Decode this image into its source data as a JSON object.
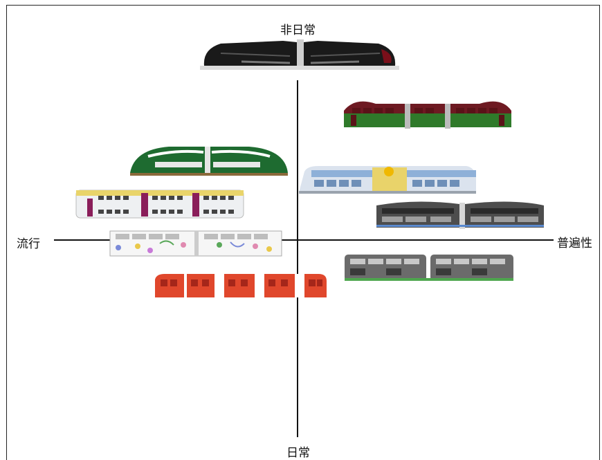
{
  "axes": {
    "top": "非日常",
    "bottom": "日常",
    "left": "流行",
    "right": "普遍性"
  },
  "trams": [
    {
      "id": "black-futuristic",
      "icon": "black-tram-icon"
    },
    {
      "id": "maroon-green",
      "icon": "maroon-green-tram-icon"
    },
    {
      "id": "green-streamlined",
      "icon": "green-tram-icon"
    },
    {
      "id": "blue-sun",
      "icon": "blue-tram-icon"
    },
    {
      "id": "double-decker-purple",
      "icon": "double-decker-tram-icon"
    },
    {
      "id": "dark-gray",
      "icon": "dark-gray-tram-icon"
    },
    {
      "id": "music-notes",
      "icon": "music-note-tram-icon"
    },
    {
      "id": "gray-green-stripe",
      "icon": "gray-tram-icon"
    },
    {
      "id": "red-orange",
      "icon": "red-tram-icon"
    }
  ]
}
